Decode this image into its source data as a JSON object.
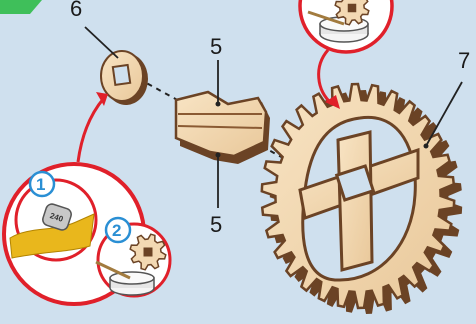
{
  "labels": {
    "spacer": "6",
    "axle_top": "5",
    "axle_bottom": "5",
    "gear": "7"
  },
  "steps": {
    "sand": "1",
    "glue": "2"
  },
  "sandpaper_grit": "240",
  "colors": {
    "background": "#cfe0ee",
    "callout_red": "#e0202a",
    "step_blue": "#2a8fd4",
    "wood_light": "#f3d9b3",
    "wood_dark": "#6b4325",
    "sandpaper": "#e9b71c"
  },
  "icons": [
    "sandpaper-icon",
    "glue-pot-icon",
    "cog-icon",
    "brush-icon"
  ]
}
